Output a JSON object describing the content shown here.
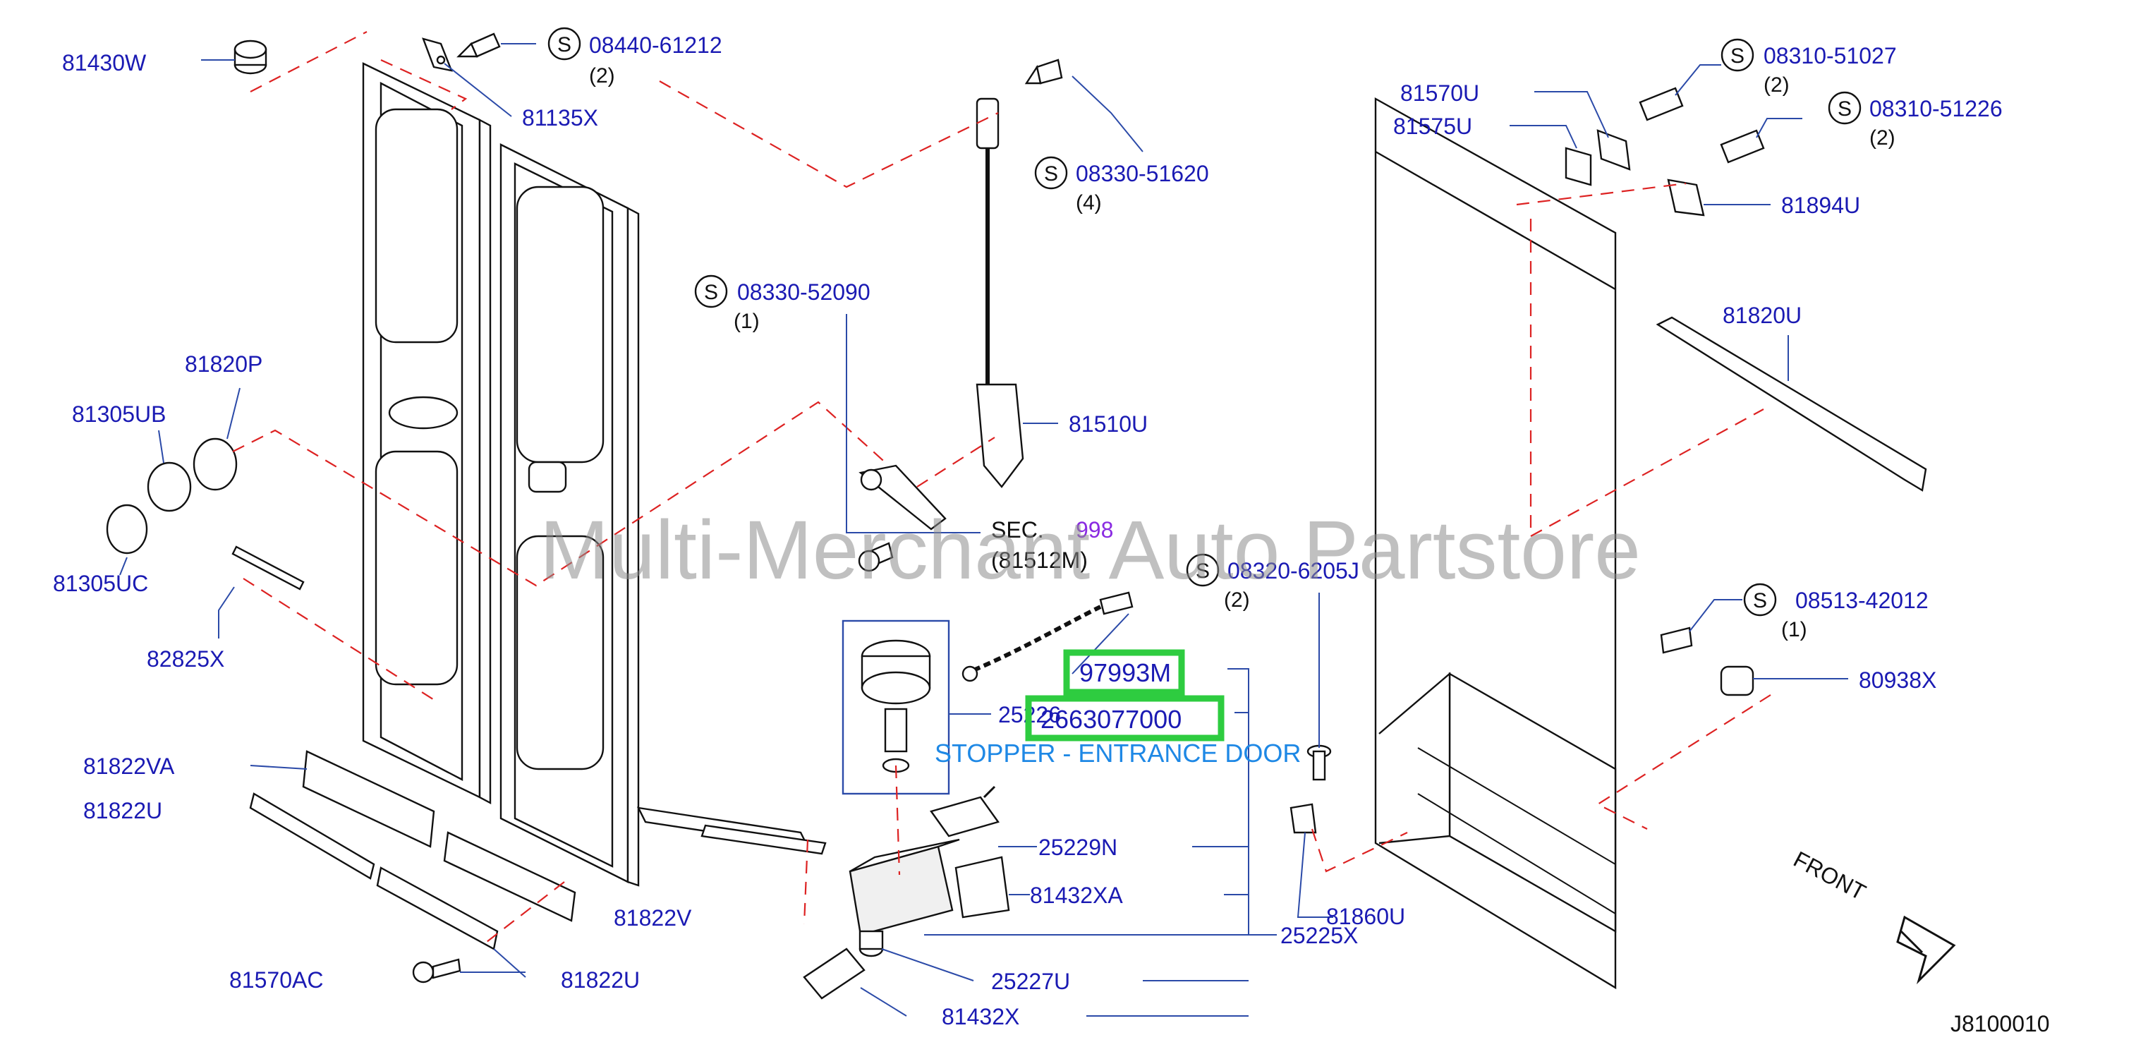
{
  "watermark": "Multi-Merchant Auto Partstore",
  "diagram_code": "J8100010",
  "front_label": "FRONT",
  "highlight": {
    "part1": "97993M",
    "part2": "2663077000",
    "description": "STOPPER - ENTRANCE DOOR"
  },
  "sec_ref": {
    "label": "SEC.",
    "number": "998",
    "sub": "(81512M)"
  },
  "screw_symbol": "S",
  "labels": {
    "p81430W": "81430W",
    "p81135X": "81135X",
    "p81820P": "81820P",
    "p81305UB": "81305UB",
    "p81305UC": "81305UC",
    "p82825X": "82825X",
    "p81822VA": "81822VA",
    "p81822U_left": "81822U",
    "p81570AC": "81570AC",
    "p81822U_bottom": "81822U",
    "p81822V": "81822V",
    "p81510U": "81510U",
    "p25226": "25226",
    "p25229N": "25229N",
    "p81432XA": "81432XA",
    "p25227U": "25227U",
    "p81432X": "81432X",
    "p25225X": "25225X",
    "p81860U": "81860U",
    "p81570U": "81570U",
    "p81575U": "81575U",
    "p81894U": "81894U",
    "p81820U": "81820U",
    "p80938X": "80938X"
  },
  "screws": {
    "s1": {
      "part": "08440-61212",
      "qty": "(2)"
    },
    "s2": {
      "part": "08330-51620",
      "qty": "(4)"
    },
    "s3": {
      "part": "08330-52090",
      "qty": "(1)"
    },
    "s4": {
      "part": "08320-6205J",
      "qty": "(2)"
    },
    "s5": {
      "part": "08310-51027",
      "qty": "(2)"
    },
    "s6": {
      "part": "08310-51226",
      "qty": "(2)"
    },
    "s7": {
      "part": "08513-42012",
      "qty": "(1)"
    }
  }
}
